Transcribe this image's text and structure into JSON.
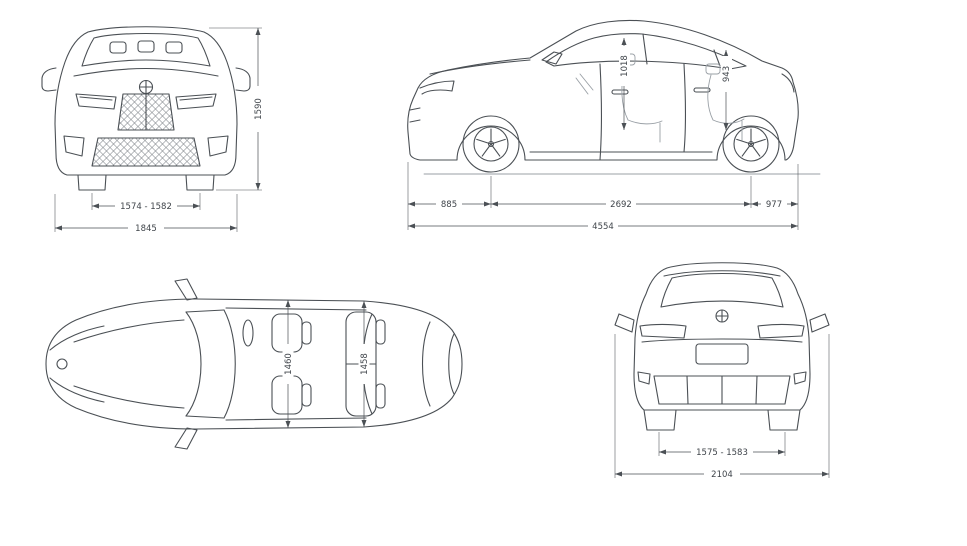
{
  "colors": {
    "line": "#4b5055",
    "seat_line": "#9aa0a6",
    "background": "#ffffff",
    "dim_text": "#3f444a"
  },
  "views": {
    "front": {
      "dims": {
        "height": "1590",
        "track": "1574 - 1582",
        "width": "1845"
      }
    },
    "side": {
      "dims": {
        "headroom_front": "1018",
        "headroom_rear": "943",
        "overhang_front": "885",
        "wheelbase": "2692",
        "overhang_rear": "977",
        "length": "4554"
      }
    },
    "top": {
      "dims": {
        "shoulder_front": "1460",
        "shoulder_rear": "1458"
      }
    },
    "rear": {
      "dims": {
        "track": "1575 - 1583",
        "width_mirrors": "2104"
      }
    }
  }
}
